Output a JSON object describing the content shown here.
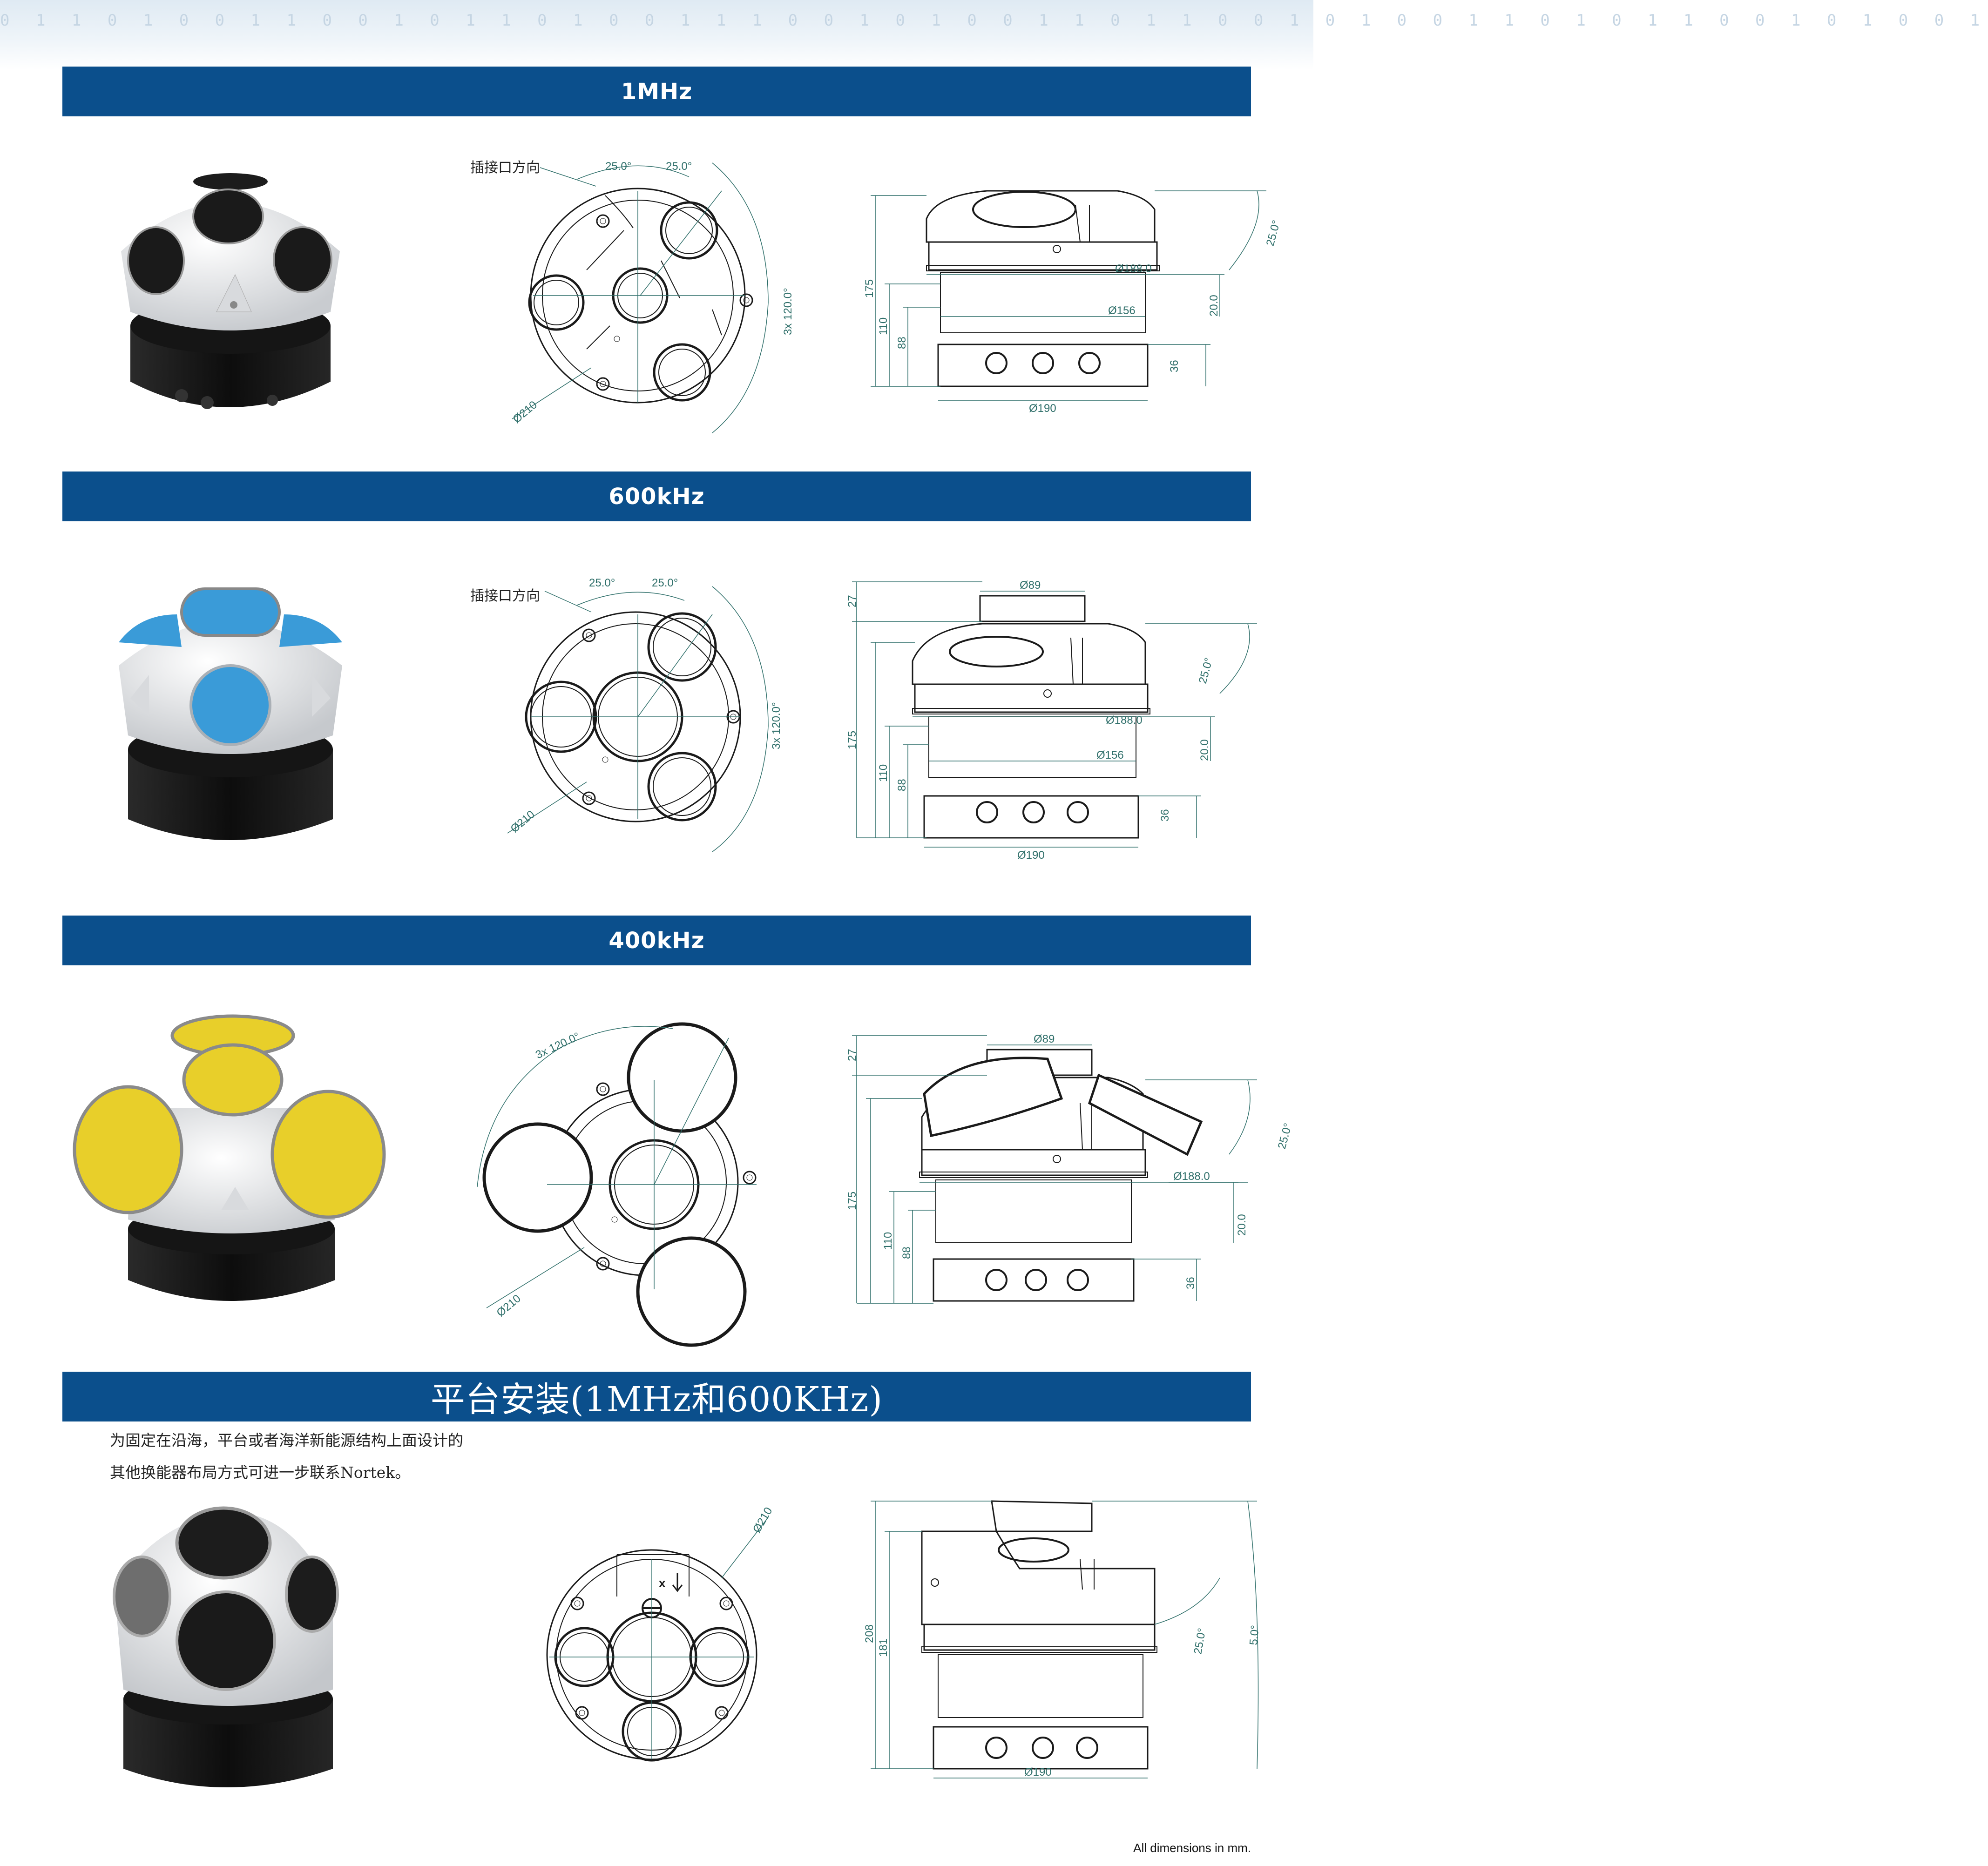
{
  "background_digits": "0 1 1 0 1 0 0 1 1 0 0 1 0 1 1 0 1 0 0 1 1 1 0 0 1 0 1 0 0 1 1 0 1 1 0 0 1 0 1 0 0 1 1 0 1 0 1 1 0 0 1 0 1 0 0 1",
  "sections": [
    {
      "title": "1MHz",
      "connector_label": "插接口方向",
      "angle_a": "25.0°",
      "angle_b": "25.0°",
      "angle_spread": "3x 120.0°",
      "dia_top": "Ø210",
      "side": {
        "h_total": "175",
        "h_mid": "110",
        "h_low": "88",
        "h_base": "36",
        "d_flange": "Ø188.0",
        "d_body": "Ø156",
        "d_base": "Ø190",
        "tilt": "25.0°",
        "gap": "20.0"
      }
    },
    {
      "title": "600kHz",
      "connector_label": "插接口方向",
      "angle_a": "25.0°",
      "angle_b": "25.0°",
      "angle_spread": "3x 120.0°",
      "dia_top": "Ø210",
      "side": {
        "h_cap": "27",
        "d_cap": "Ø89",
        "h_total": "175",
        "h_mid": "110",
        "h_low": "88",
        "h_base": "36",
        "d_flange": "Ø188.0",
        "d_body": "Ø156",
        "d_base": "Ø190",
        "tilt": "25.0°",
        "gap": "20.0"
      }
    },
    {
      "title": "400kHz",
      "angle_spread": "3x 120.0°",
      "dia_top": "Ø210",
      "side": {
        "h_cap": "27",
        "d_cap": "Ø89",
        "h_total": "175",
        "h_mid": "110",
        "h_low": "88",
        "h_base": "36",
        "d_flange": "Ø188.0",
        "tilt": "25.0°",
        "gap": "20.0"
      }
    },
    {
      "title": "平台安装(1MHz和600KHz)",
      "note_line1": "为固定在沿海，平台或者海洋新能源结构上面设计的",
      "note_line2": "其他换能器布局方式可进一步联系Nortek。",
      "dia_top": "Ø210",
      "axis_mark": "x",
      "side": {
        "h_total": "208",
        "h_mid": "181",
        "d_base": "Ø190",
        "tilt_a": "25.0°",
        "tilt_b": "5.0°"
      }
    }
  ],
  "footer": "All dimensions in mm.",
  "colors": {
    "band": "#0b4f8c",
    "dimension": "#2f6f6a",
    "face_600k": "#3a9bd8",
    "face_400k": "#e8cf2a",
    "face_dark": "#1a1a1a"
  }
}
